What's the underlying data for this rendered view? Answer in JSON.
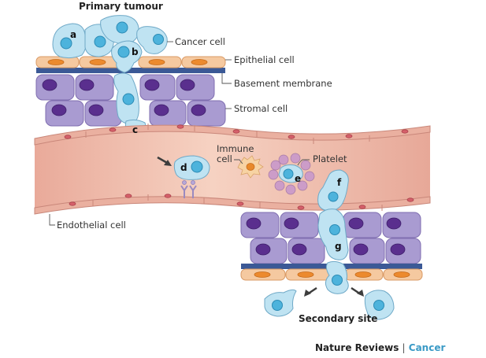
{
  "diagram": {
    "title": "Primary tumour",
    "labels": {
      "cancer_cell": "Cancer cell",
      "epithelial_cell": "Epithelial cell",
      "basement_membrane": "Basement membrane",
      "stromal_cell": "Stromal cell",
      "immune_cell_line1": "Immune",
      "immune_cell_line2": "cell",
      "platelet": "Platelet",
      "endothelial_cell": "Endothelial cell",
      "secondary_site": "Secondary site"
    },
    "step_letters": {
      "a": "a",
      "b": "b",
      "c": "c",
      "d": "d",
      "e": "e",
      "f": "f",
      "g": "g"
    },
    "colors": {
      "cancer_cell": "#bfe3f2",
      "cancer_nucleus": "#4db3dc",
      "stromal_cell": "#a99bd1",
      "stromal_nucleus": "#5a2f8e",
      "epithelial_cell": "#f5c9a0",
      "epithelial_nucleus": "#ec8a2e",
      "basement_membrane": "#3b5996",
      "vessel": "#eab0a0",
      "vessel_lumen": "#f0c2b2",
      "endothelial_nucleus": "#d5606a",
      "immune_cell": "#f7d3a3",
      "immune_nucleus": "#e8892a",
      "platelet": "#cc9cc8",
      "journal_accent": "#3a9ac6"
    }
  },
  "footer": {
    "brand": "Nature Reviews",
    "separator": "|",
    "journal": "Cancer"
  }
}
